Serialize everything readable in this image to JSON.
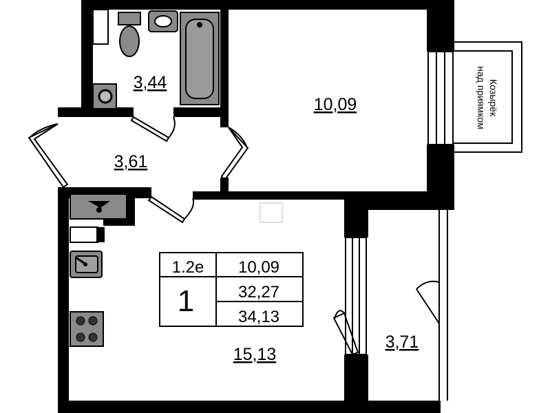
{
  "rooms": {
    "bathroom_area": "3,44",
    "living_room_area": "10,09",
    "hallway_area": "3,61",
    "kitchen_area": "15,13",
    "balcony_area": "3,71"
  },
  "canopy": {
    "line1": "Козырёк",
    "line2": "над приямком"
  },
  "summary_table": {
    "type_code": "1.2e",
    "room_count": "1",
    "living_area": "10,09",
    "total_area": "32,27",
    "total_area_with_balcony": "34,13"
  }
}
